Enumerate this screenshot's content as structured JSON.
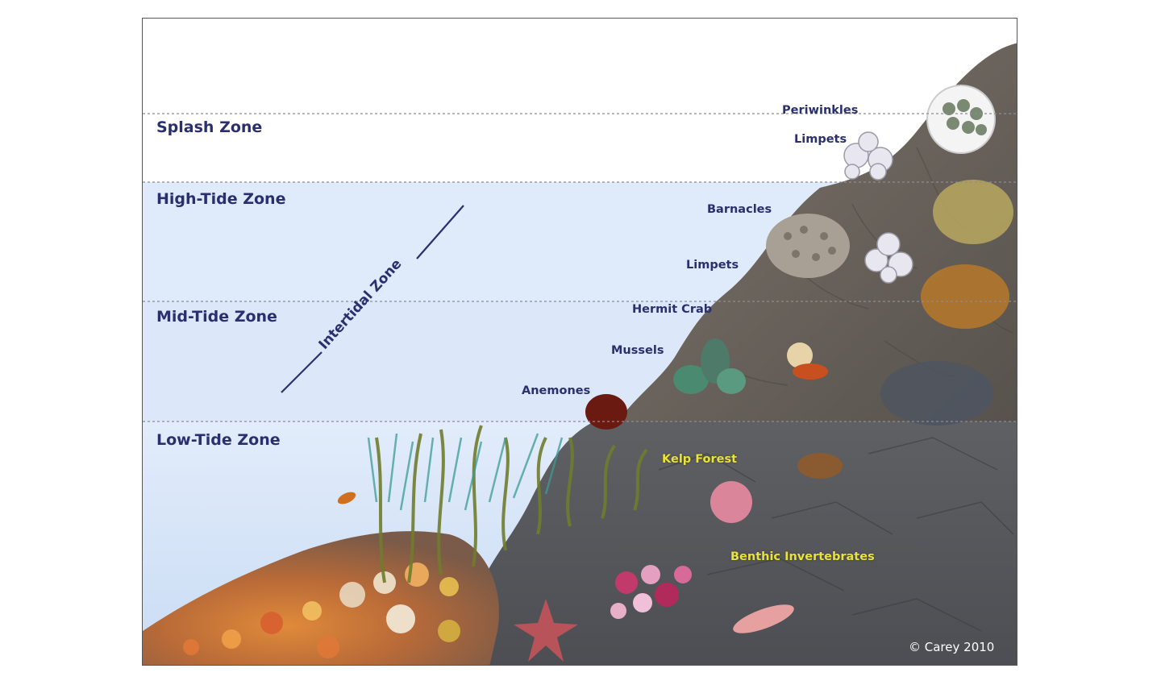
{
  "zones": {
    "splash": "Splash Zone",
    "high_tide": "High-Tide Zone",
    "mid_tide": "Mid-Tide Zone",
    "low_tide": "Low-Tide Zone",
    "intertidal": "Intertidal Zone"
  },
  "organisms": {
    "periwinkles": "Periwinkles",
    "limpets_splash": "Limpets",
    "barnacles": "Barnacles",
    "limpets_high": "Limpets",
    "hermit_crab": "Hermit Crab",
    "mussels": "Mussels",
    "anemones": "Anemones",
    "kelp_forest": "Kelp Forest",
    "benthic_invertebrates": "Benthic Invertebrates"
  },
  "copyright": "© Carey 2010",
  "colors": {
    "label_navy": "#2a2f6e",
    "label_yellow": "#e8e23a",
    "water_light": "#dde9fb",
    "water_deep": "#cfe0f6",
    "rock": "#6e6760"
  }
}
